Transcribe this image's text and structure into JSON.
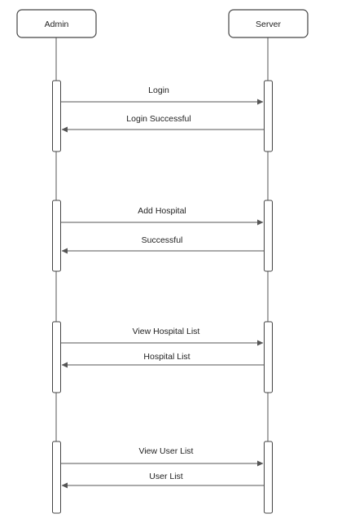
{
  "participants": [
    {
      "id": "admin",
      "label": "Admin"
    },
    {
      "id": "server",
      "label": "Server"
    }
  ],
  "messages": [
    {
      "label": "Login",
      "from": "admin",
      "to": "server"
    },
    {
      "label": "Login Successful",
      "from": "server",
      "to": "admin"
    },
    {
      "label": "Add Hospital",
      "from": "admin",
      "to": "server"
    },
    {
      "label": "Successful",
      "from": "server",
      "to": "admin"
    },
    {
      "label": "View Hospital List",
      "from": "admin",
      "to": "server"
    },
    {
      "label": "Hospital List",
      "from": "server",
      "to": "admin"
    },
    {
      "label": "View User List",
      "from": "admin",
      "to": "server"
    },
    {
      "label": "User List",
      "from": "server",
      "to": "admin"
    }
  ],
  "colors": {
    "line": "#555555",
    "text": "#222222",
    "background": "#ffffff"
  }
}
